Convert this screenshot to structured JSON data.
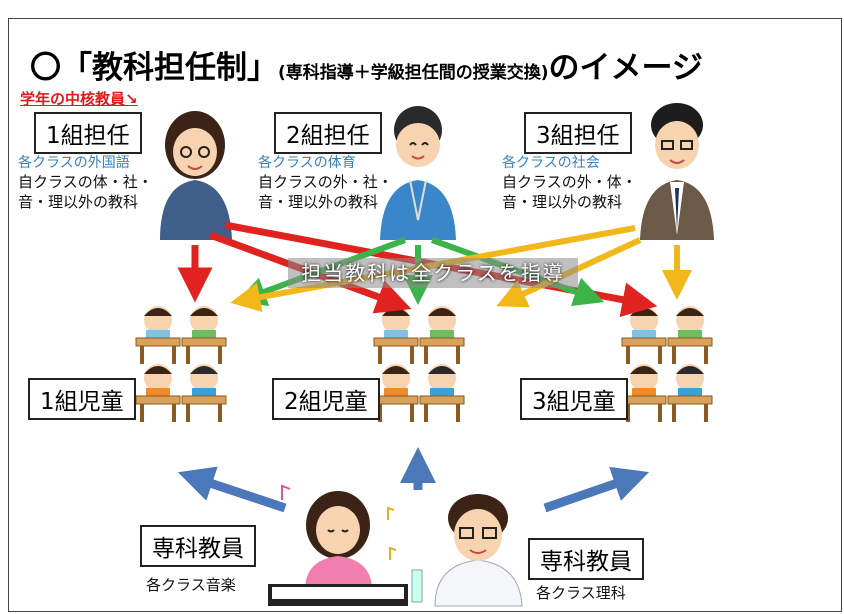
{
  "title": {
    "circle": "〇",
    "main_open": "「教科担任制」",
    "sub": "(専科指導＋学級担任間の授業交換)",
    "tail": "のイメージ"
  },
  "core_teacher_label": "学年の中核教員↘",
  "teachers": [
    {
      "label": "1組担任",
      "subject": "各クラスの外国語",
      "others": "自クラスの体・社・\n音・理以外の教科"
    },
    {
      "label": "2組担任",
      "subject": "各クラスの体育",
      "others": "自クラスの外・社・\n音・理以外の教科"
    },
    {
      "label": "3組担任",
      "subject": "各クラスの社会",
      "others": "自クラスの外・体・\n音・理以外の教科"
    }
  ],
  "banner": "担当教科は全クラスを指導",
  "classes": [
    {
      "label": "1組児童"
    },
    {
      "label": "2組児童"
    },
    {
      "label": "3組児童"
    }
  ],
  "specialists": [
    {
      "label": "専科教員",
      "subject": "各クラス音楽"
    },
    {
      "label": "専科教員",
      "subject": "各クラス理科"
    }
  ],
  "colors": {
    "red": "#e0231e",
    "green": "#3cb44a",
    "yellow": "#f2b71a",
    "blue": "#4b78b8",
    "core_label": "#e01b1b",
    "subject_text": "#3a7fb5"
  }
}
